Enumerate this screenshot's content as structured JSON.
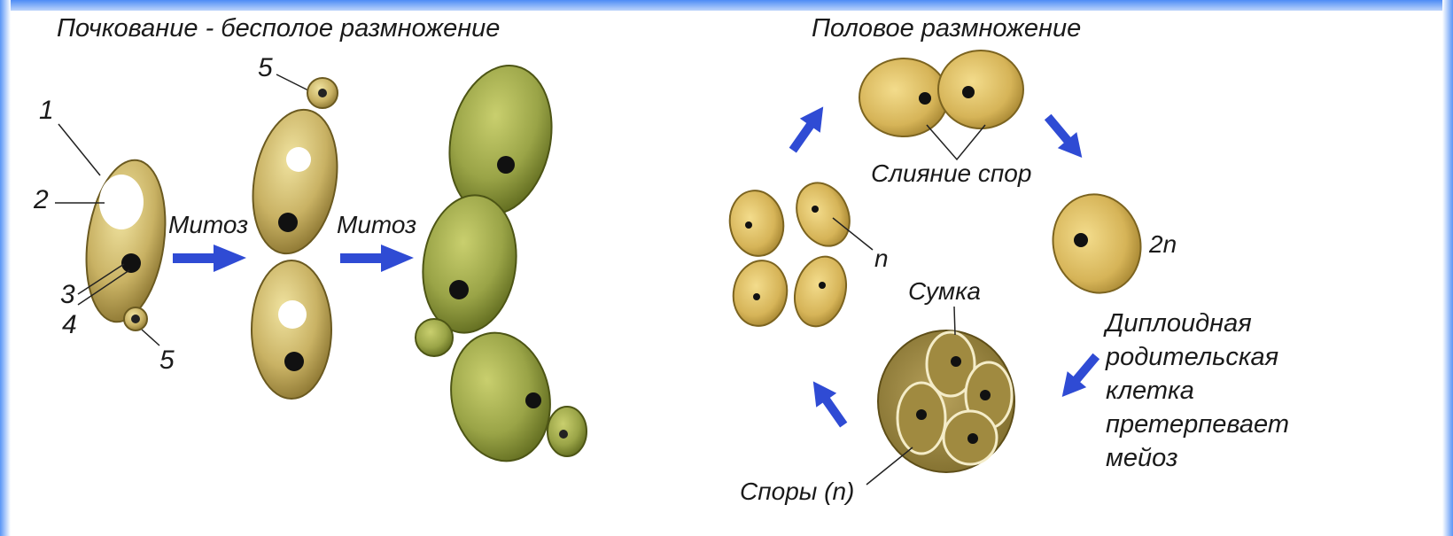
{
  "colors": {
    "frame": "#4d8cf5",
    "arrow": "#2f4bd4",
    "cell": "#9aa447",
    "nucleus": "#111111"
  },
  "asexual": {
    "title": "Почкование - бесполое размножение",
    "arrow_label_1": "Митоз",
    "arrow_label_2": "Митоз",
    "parts": [
      "1",
      "2",
      "3",
      "4",
      "5"
    ],
    "bud_label_top": "5"
  },
  "sexual": {
    "title": "Половое размножение",
    "fusion_label": "Слияние спор",
    "zygote_label": "2n",
    "spore_label": "n",
    "ascus_label": "Сумка",
    "spores_label": "Споры (n)",
    "diploid_text": [
      "Диплоидная",
      "родительская",
      "клетка",
      "претерпевает",
      "мейоз"
    ]
  }
}
